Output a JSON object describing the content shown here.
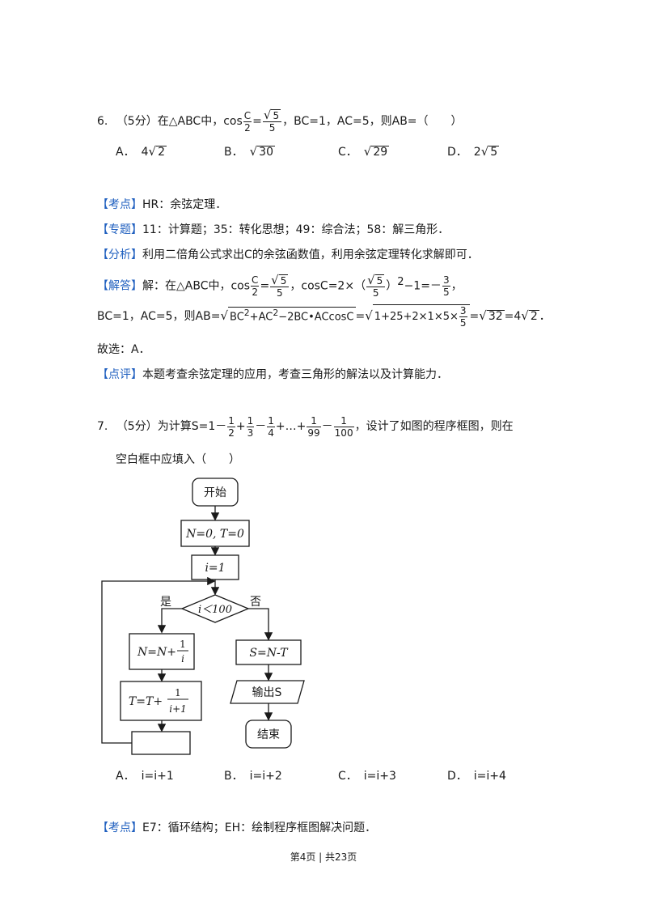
{
  "q6": {
    "number": "6.",
    "score": "（5分）",
    "stem_prefix": "在△ABC中，cos",
    "frac_c_num": "C",
    "frac_c_den": "2",
    "eq": "=",
    "sqrt5": "5",
    "den5": "5",
    "stem_suffix": "，BC=1，AC=5，则AB=（　　）",
    "options": [
      {
        "label": "A．",
        "coef": "4",
        "rad": "2"
      },
      {
        "label": "B．",
        "coef": "",
        "rad": "30"
      },
      {
        "label": "C．",
        "coef": "",
        "rad": "29"
      },
      {
        "label": "D．",
        "coef": "2",
        "rad": "5"
      }
    ],
    "kaodian_tag": "【考点】",
    "kaodian_text": "HR：余弦定理．",
    "zhuanti_tag": "【专题】",
    "zhuanti_text": "11：计算题；35：转化思想；49：综合法；58：解三角形．",
    "fenxi_tag": "【分析】",
    "fenxi_text": "利用二倍角公式求出C的余弦函数值，利用余弦定理转化求解即可．",
    "jieda_tag": "【解答】",
    "jieda_pre": "解：在△ABC中，cos",
    "jieda_mid": "，cosC=2×（",
    "jieda_sq": "）",
    "jieda_pow": "2",
    "jieda_tail": "−1=－",
    "ans_frac_num": "3",
    "ans_frac_den": "5",
    "jieda_end": "，",
    "line2_pre": "BC=1，AC=5，则AB=",
    "line2_rad1": "BC",
    "line2_rad1b": "+AC",
    "line2_rad1c": "−2BC•ACcosC",
    "line2_eq": "=",
    "line2_rad2": "1+25+2×1×5×",
    "line2_rad3": "32",
    "line2_res": "=4",
    "line2_res_rad": "2",
    "line2_dot": "．",
    "guxuan": "故选：A．",
    "dianping_tag": "【点评】",
    "dianping_text": "本题考查余弦定理的应用，考查三角形的解法以及计算能力．"
  },
  "q7": {
    "number": "7.",
    "score": "（5分）",
    "stem_prefix": "为计算S=1－",
    "fracs": [
      {
        "num": "1",
        "den": "2",
        "op": "+"
      },
      {
        "num": "1",
        "den": "3",
        "op": "－"
      },
      {
        "num": "1",
        "den": "4",
        "op": "+…+"
      },
      {
        "num": "1",
        "den": "99",
        "op": "－"
      },
      {
        "num": "1",
        "den": "100",
        "op": ""
      }
    ],
    "stem_suffix": "，设计了如图的程序框图，则在",
    "stem_line2": "空白框中应填入（　　）",
    "flow": {
      "start": "开始",
      "init": "N=0, T=0",
      "i1": "i=1",
      "cond": "i＜100",
      "yes": "是",
      "no": "否",
      "n_update_pre": "N=N+",
      "n_frac_num": "1",
      "n_frac_den": "i",
      "t_update_pre": "T=T+",
      "t_frac_num": "1",
      "t_frac_den": "i+1",
      "s_calc": "S=N-T",
      "output": "输出S",
      "end": "结束"
    },
    "options": [
      {
        "label": "A．",
        "text": "i=i+1"
      },
      {
        "label": "B．",
        "text": "i=i+2"
      },
      {
        "label": "C．",
        "text": "i=i+3"
      },
      {
        "label": "D．",
        "text": "i=i+4"
      }
    ],
    "kaodian_tag": "【考点】",
    "kaodian_text": "E7：循环结构；EH：绘制程序框图解决问题．"
  },
  "footer": "第4页 | 共23页"
}
